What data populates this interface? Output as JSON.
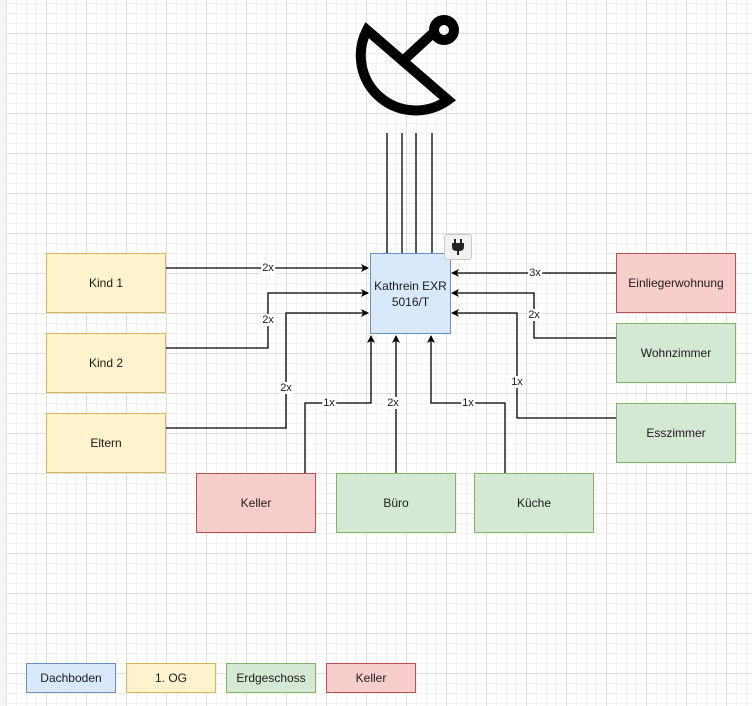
{
  "diagram": {
    "central_device": {
      "label": "Kathrein EXR\n5016/T",
      "floor": "Dachboden"
    },
    "top_icon": "satellite-dish-icon",
    "power_icon": "power-plug-icon",
    "rooms": [
      {
        "id": "kind1",
        "label": "Kind 1",
        "floor": "1. OG",
        "cables": "2x"
      },
      {
        "id": "kind2",
        "label": "Kind 2",
        "floor": "1. OG",
        "cables": "2x"
      },
      {
        "id": "eltern",
        "label": "Eltern",
        "floor": "1. OG",
        "cables": "2x"
      },
      {
        "id": "keller",
        "label": "Keller",
        "floor": "Keller",
        "cables": "1x"
      },
      {
        "id": "buero",
        "label": "Büro",
        "floor": "Erdgeschoss",
        "cables": "2x"
      },
      {
        "id": "kueche",
        "label": "Küche",
        "floor": "Erdgeschoss",
        "cables": "1x"
      },
      {
        "id": "einlieger",
        "label": "Einliegerwohnung",
        "floor": "Keller",
        "cables": "3x"
      },
      {
        "id": "wohnzimmer",
        "label": "Wohnzimmer",
        "floor": "Erdgeschoss",
        "cables": "2x"
      },
      {
        "id": "esszimmer",
        "label": "Esszimmer",
        "floor": "Erdgeschoss",
        "cables": "1x"
      }
    ],
    "legend": [
      {
        "label": "Dachboden",
        "color": "#dae8fc"
      },
      {
        "label": "1. OG",
        "color": "#fff2cc"
      },
      {
        "label": "Erdgeschoss",
        "color": "#d5e8d4"
      },
      {
        "label": "Keller",
        "color": "#f8cecc"
      }
    ]
  }
}
